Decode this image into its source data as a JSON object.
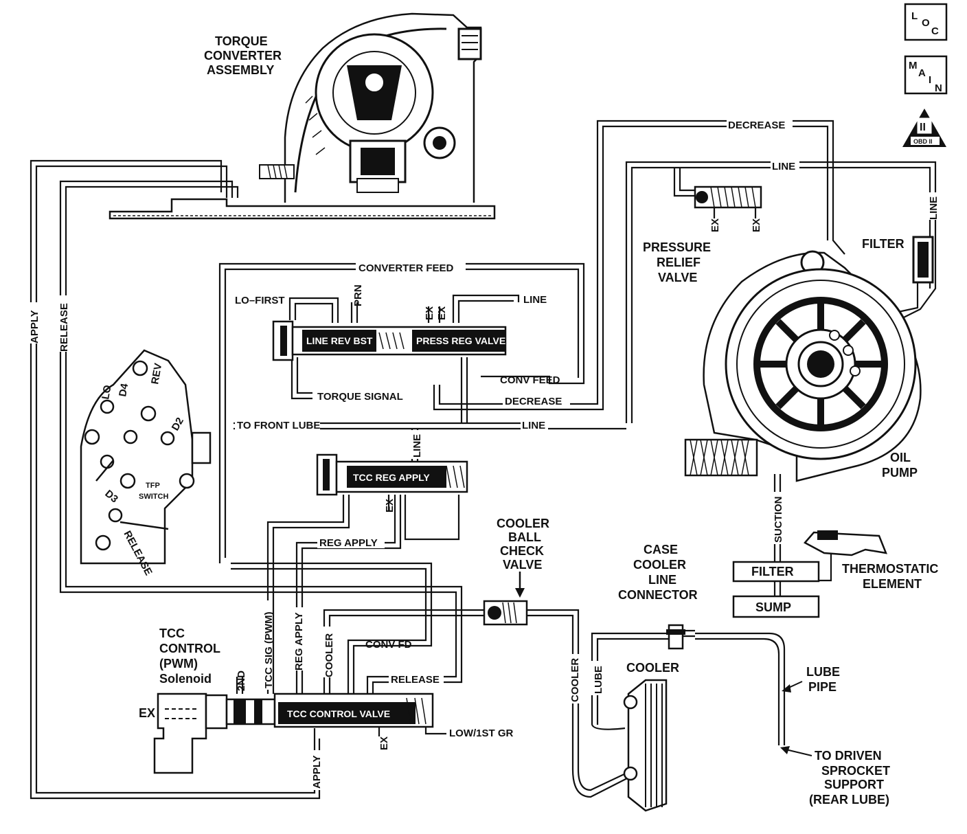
{
  "badges": {
    "loc": [
      "L",
      "O",
      "C"
    ],
    "main": [
      "M",
      "A",
      "I",
      "N"
    ],
    "obd_numeral": "II",
    "obd_text": "OBD II"
  },
  "torque_converter": [
    "TORQUE",
    "CONVERTER",
    "ASSEMBLY"
  ],
  "pressure_relief_valve": [
    "PRESSURE",
    "RELIEF",
    "VALVE"
  ],
  "oil_pump": [
    "OIL",
    "PUMP"
  ],
  "cooler_ball_check_valve": [
    "COOLER",
    "BALL",
    "CHECK",
    "VALVE"
  ],
  "case_cooler_line_connector": [
    "CASE",
    "COOLER",
    "LINE",
    "CONNECTOR"
  ],
  "thermostatic_element": [
    "THERMOSTATIC",
    "ELEMENT"
  ],
  "tcc_control_solenoid": [
    "TCC",
    "CONTROL",
    "(PWM)",
    "Solenoid"
  ],
  "lube_pipe": [
    "LUBE",
    "PIPE"
  ],
  "to_driven_sprocket": [
    "TO DRIVEN",
    "SPROCKET",
    "SUPPORT",
    "(REAR LUBE)"
  ],
  "valves": {
    "line_rev_bst": "LINE REV BST",
    "press_reg_valve": "PRESS REG VALVE",
    "tcc_reg_apply": "TCC REG APPLY",
    "tcc_control_valve": "TCC CONTROL VALVE"
  },
  "boxes": {
    "filter": "FILTER",
    "sump": "SUMP"
  },
  "tfp": {
    "lo": "LO",
    "d4": "D4",
    "rev": "REV",
    "d2": "D2",
    "d3": "D3",
    "switch": [
      "TFP",
      "SWITCH"
    ]
  },
  "passages": {
    "decrease_top": "DECREASE",
    "line_top": "LINE",
    "ex1": "EX",
    "ex2": "EX",
    "filter_top": "FILTER",
    "line_vertical": "LINE",
    "converter_feed": "CONVERTER FEED",
    "lo_first": "LO–FIRST",
    "prn": "PRN",
    "ex3": "EX",
    "ex4": "EX",
    "line_mid": "LINE",
    "conv_feed": "CONV FEED",
    "torque_signal": "TORQUE SIGNAL",
    "decrease_mid": "DECREASE",
    "to_front_lube": "TO FRONT LUBE",
    "line_low": "LINE",
    "line_vert2": "LINE",
    "ex_tcc": "EX",
    "reg_apply": "REG APPLY",
    "apply_left": "APPLY",
    "release_left": "RELEASE",
    "release_tfp": "RELEASE",
    "suction": "SUCTION",
    "cooler_vert": "COOLER",
    "lube_vert": "LUBE",
    "cooler_label": "COOLER",
    "second": "2ND",
    "tcc_sig": "TCC SIG (PWM)",
    "reg_apply_vert": "REG APPLY",
    "cooler_vert2": "COOLER",
    "conv_fd": "CONV FD",
    "release_mid": "RELEASE",
    "ex_sol": "EX",
    "low_1st_gr": "LOW/1ST GR",
    "ex_ctrl": "EX",
    "apply_bottom": "APPLY"
  }
}
